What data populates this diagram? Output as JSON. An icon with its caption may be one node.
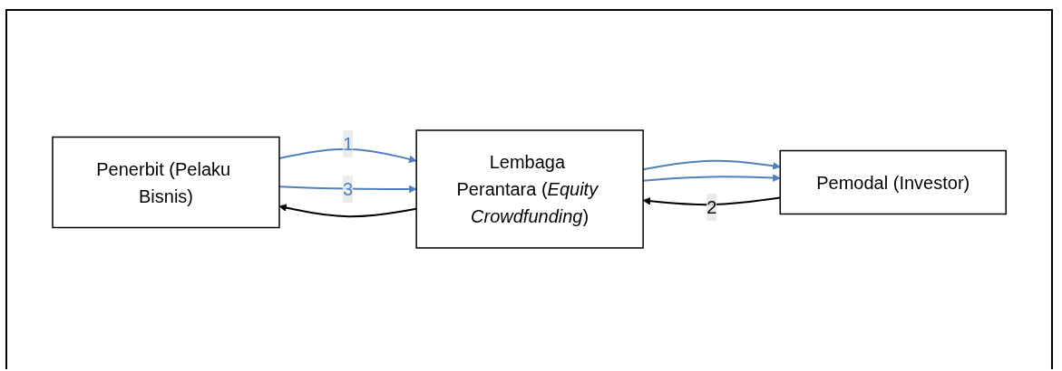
{
  "diagram": {
    "nodes": [
      {
        "text": [
          "Penerbit (Pelaku Bisnis)"
        ]
      },
      {
        "text": [
          "Lembaga Perantara (*Equity Crowdfunding*)"
        ]
      },
      {
        "text": [
          "Pemodal (Investor)"
        ]
      }
    ],
    "edges": [
      {
        "from": 0,
        "to": 1,
        "arrow": "to",
        "label": "1"
      },
      {
        "from": 1,
        "to": 0,
        "arrow": "to",
        "color": "#000000"
      },
      {
        "from": 0,
        "to": 1,
        "arrow": "to",
        "label": "3"
      },
      {
        "from": 1,
        "to": 2,
        "arrow": "to"
      },
      {
        "from": 2,
        "to": 1,
        "arrow": "to",
        "label": "2",
        "color": "#000000"
      },
      {
        "from": 1,
        "to": 2,
        "arrow": "to"
      }
    ]
  }
}
